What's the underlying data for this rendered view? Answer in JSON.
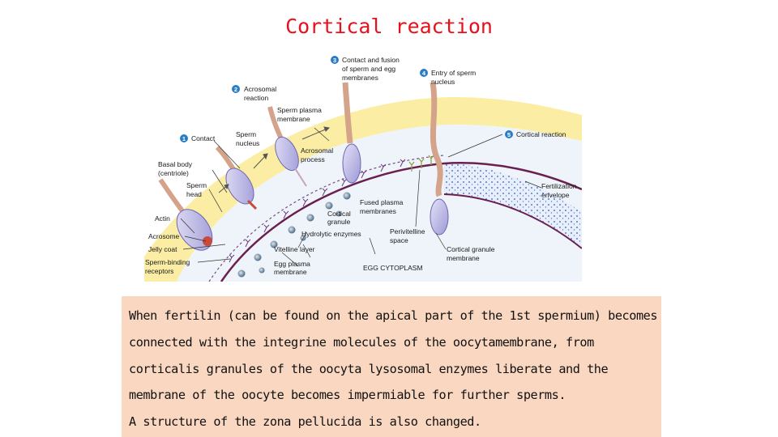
{
  "slide": {
    "title": "Cortical reaction"
  },
  "figure": {
    "steps": [
      {
        "num": "1",
        "label": "Contact"
      },
      {
        "num": "2",
        "label_lines": [
          "Acrosomal",
          "reaction"
        ]
      },
      {
        "num": "3",
        "label_lines": [
          "Contact and fusion",
          "of sperm and egg",
          "membranes"
        ]
      },
      {
        "num": "4",
        "label_lines": [
          "Entry of sperm",
          "nucleus"
        ]
      },
      {
        "num": "5",
        "label": "Cortical reaction"
      }
    ],
    "labels": {
      "basal_body": [
        "Basal body",
        "(centriole)"
      ],
      "sperm_head": [
        "Sperm",
        "head"
      ],
      "actin": "Actin",
      "acrosome": "Acrosome",
      "jelly_coat": "Jelly coat",
      "sperm_binding": [
        "Sperm-binding",
        "receptors"
      ],
      "sperm_plasma_membrane": [
        "Sperm plasma",
        "membrane"
      ],
      "sperm_nucleus": [
        "Sperm",
        "nucleus"
      ],
      "acrosomal_process": [
        "Acrosomal",
        "process"
      ],
      "cortical_granule": [
        "Cortical",
        "granule"
      ],
      "fused_plasma_membranes": [
        "Fused plasma",
        "membranes"
      ],
      "hydrolytic_enzymes": "Hydrolytic enzymes",
      "vitelline_layer": "Vitelline layer",
      "egg_plasma_membrane": [
        "Egg plasma",
        "membrane"
      ],
      "perivitelline_space": [
        "Perivitelline",
        "space"
      ],
      "cortical_granule_membrane": [
        "Cortical granule",
        "membrane"
      ],
      "egg_cytoplasm": "EGG CYTOPLASM",
      "fertilization_envelope": [
        "Fertilization",
        "envelope"
      ]
    }
  },
  "text": {
    "lines": [
      "When fertilin (can be found on the apical part of the 1st spermium) becomes",
      "connected with the integrine molecules of the oocytamembrane, from",
      "corticalis granules of the oocyta lysosomal  enzymes liberate and the",
      "membrane of the  oocyte becomes impermiable for further sperms.",
      "A structure of the zona pellucida is also changed."
    ]
  },
  "colors": {
    "title": "#e8101a",
    "text_box_bg": "#f9d7c0",
    "jelly_coat": "#fbeea4",
    "cytoplasm": "#eaf2fa",
    "step_circle": "#2a7dc4",
    "sperm_head": "#b9b6e6"
  }
}
